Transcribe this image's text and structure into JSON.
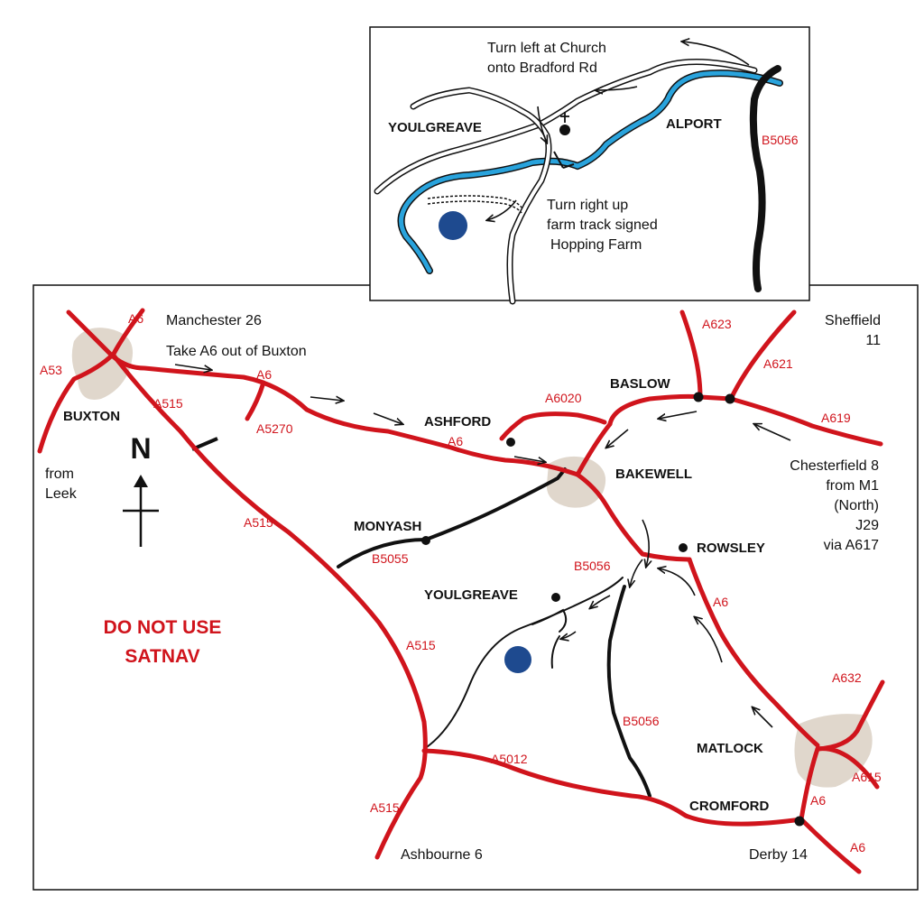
{
  "inset": {
    "towns": {
      "youlgreave": "YOULGREAVE",
      "alport": "ALPORT"
    },
    "roads": {
      "b5056": "B5056"
    },
    "notes": {
      "church_line1": "Turn left at Church",
      "church_line2": "onto Bradford Rd",
      "farm_line1": "Turn right up",
      "farm_line2": "farm track signed",
      "farm_line3": "Hopping Farm"
    }
  },
  "main": {
    "towns": {
      "buxton": "BUXTON",
      "ashford": "ASHFORD",
      "baslow": "BASLOW",
      "bakewell": "BAKEWELL",
      "monyash": "MONYASH",
      "rowsley": "ROWSLEY",
      "youlgreave": "YOULGREAVE",
      "matlock": "MATLOCK",
      "cromford": "CROMFORD"
    },
    "roads": {
      "a6_top": "A6",
      "a53": "A53",
      "a515_buxton": "A515",
      "a6_buxton": "A6",
      "a5270": "A5270",
      "a6020": "A6020",
      "a6_ashford": "A6",
      "a623": "A623",
      "a621": "A621",
      "a619": "A619",
      "a515_mid": "A515",
      "b5055": "B5055",
      "b5056_top": "B5056",
      "a515_low": "A515",
      "b5056_low": "B5056",
      "a6_rowsley": "A6",
      "a632": "A632",
      "a615": "A615",
      "a6_matlock": "A6",
      "a5012": "A5012",
      "a515_bottom": "A515",
      "a6_derby": "A6"
    },
    "destinations": {
      "manchester": "Manchester 26",
      "take_a6": "Take A6 out of Buxton",
      "sheffield_1": "Sheffield",
      "sheffield_2": "11",
      "leek_1": "from",
      "leek_2": "Leek",
      "chesterfield_1": "Chesterfield 8",
      "chesterfield_2": "from M1",
      "chesterfield_3": "(North)",
      "chesterfield_4": "J29",
      "chesterfield_5": "via A617",
      "ashbourne": "Ashbourne 6",
      "derby": "Derby 14"
    },
    "warning_1": "DO NOT USE",
    "warning_2": "SATNAV",
    "north": "N"
  },
  "colors": {
    "road_red": "#d0141c",
    "river_blue": "#29a3dc",
    "destination_blue": "#1e4a8f",
    "urban_area": "#e0d7cc"
  },
  "icons": [
    "north-arrow-icon",
    "destination-marker-icon",
    "church-icon",
    "direction-arrow-icon"
  ]
}
